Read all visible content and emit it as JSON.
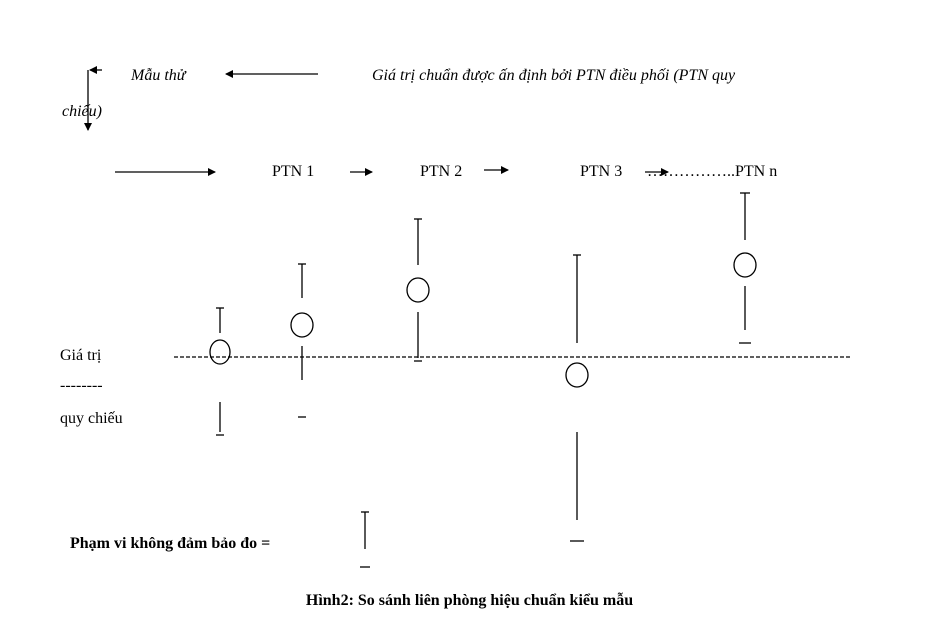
{
  "header": {
    "sample_label": "Mẫu thử",
    "reference_text": "Giá trị chuẩn được ấn định bởi PTN điều phối (PTN quy",
    "reference_text_cont": "chiếu)"
  },
  "flow": {
    "labs": [
      "PTN 1",
      "PTN 2",
      "PTN 3",
      "……………..PTN n"
    ]
  },
  "reference_line": {
    "label_line1": "Giá trị",
    "label_line2": "--------",
    "label_line3": "quy chiếu"
  },
  "legend": {
    "uncertainty_label": "Phạm vi không đảm bảo đo ="
  },
  "caption": "Hình2: So sánh liên phòng hiệu chuẩn kiểu mẫu"
}
